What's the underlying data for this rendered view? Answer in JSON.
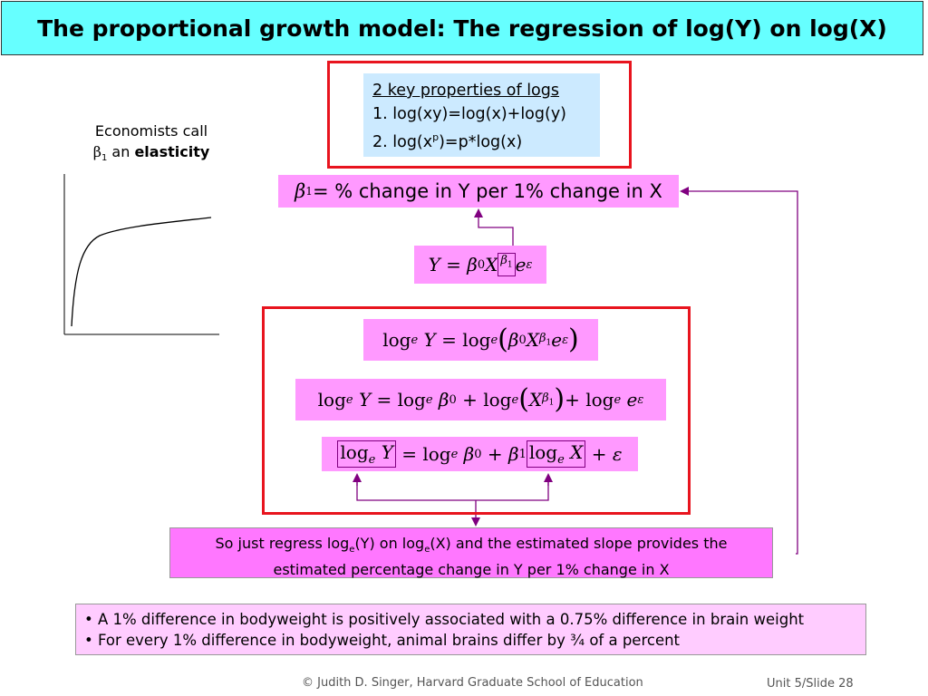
{
  "title": "The proportional growth model: The regression of log(Y) on log(X)",
  "properties": {
    "heading": "2 key properties of logs",
    "item1": "1. log(xy)=log(x)+log(y)",
    "item2_prefix": "2. log(x",
    "item2_sup": "p",
    "item2_suffix": ")=p*log(x)"
  },
  "economists": {
    "line1": "Economists call",
    "beta": "β",
    "beta_sub": "1",
    "an": " an ",
    "bold": "elasticity"
  },
  "beta_def": {
    "beta": "β",
    "sub": "1",
    "text": " = % change in Y per 1% change in X"
  },
  "so_box": {
    "p1": "So just regress log",
    "sub1": "e",
    "p2": "(Y) on log",
    "sub2": "e",
    "p3": "(X) and the estimated slope provides the",
    "line2": "estimated percentage change in Y per 1% change in X"
  },
  "bullets": [
    "• A 1% difference in bodyweight is positively associated with a 0.75% difference in brain weight",
    "• For every 1% difference in bodyweight, animal brains differ by ¾ of a percent"
  ],
  "footer": {
    "copyright": "© Judith D. Singer, Harvard Graduate School of Education",
    "slide": "Unit 5/Slide 28"
  },
  "colors": {
    "title_bg": "#66ffff",
    "red_border": "#e8141e",
    "pink": "#ff99ff",
    "arrow": "#800080"
  }
}
